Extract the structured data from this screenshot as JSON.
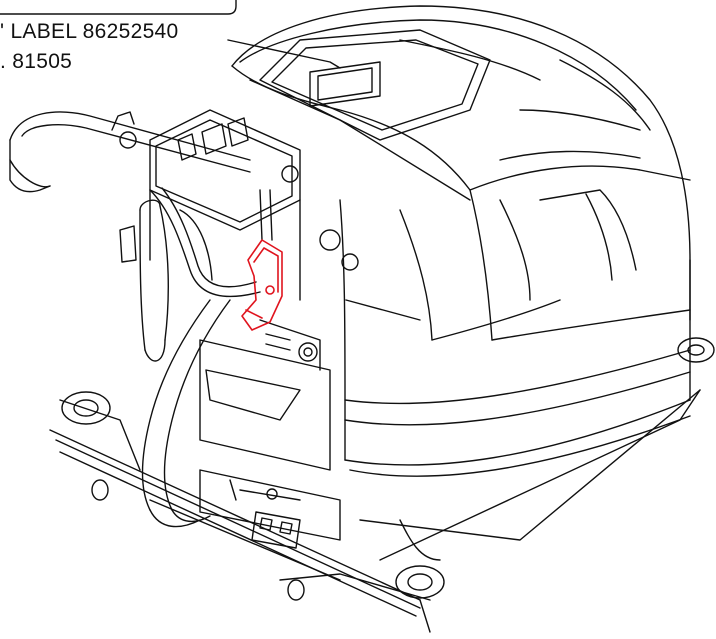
{
  "callout": {
    "line1": "' LABEL 86252540",
    "line2": ". 81505"
  },
  "colors": {
    "line": "#111111",
    "highlight": "#e0141e",
    "background": "#ffffff"
  },
  "icons": {
    "machine": "floor-scrubber-drawing",
    "highlight": "bracket-highlight"
  }
}
